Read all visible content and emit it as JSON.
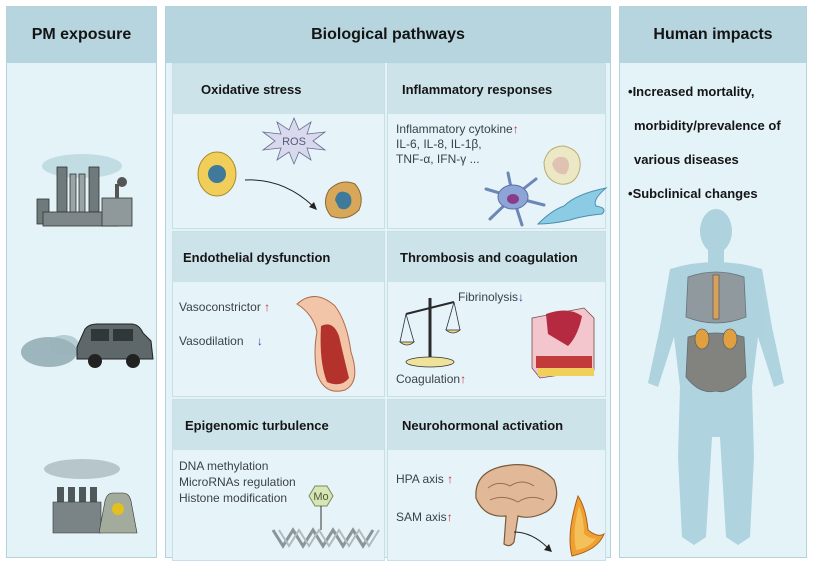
{
  "columns": {
    "exposure": {
      "title": "PM exposure",
      "sources": [
        "factory",
        "vehicle-exhaust",
        "power-plant"
      ]
    },
    "pathways": {
      "title": "Biological pathways"
    },
    "impacts": {
      "title": "Human impacts"
    }
  },
  "pathways": [
    {
      "title": "Oxidative stress",
      "label": "ROS"
    },
    {
      "title": "Inflammatory responses",
      "lines": [
        "Inflammatory cytokine",
        "IL-6, IL-8, IL-1β,",
        "TNF-α, IFN-γ ..."
      ],
      "arrow": "up"
    },
    {
      "title": "Endothelial dysfunction",
      "items": [
        {
          "text": "Vasoconstrictor",
          "arrow": "up"
        },
        {
          "text": "Vasodilation",
          "arrow": "down"
        }
      ]
    },
    {
      "title": "Thrombosis and coagulation",
      "items": [
        {
          "text": "Fibrinolysis",
          "arrow": "down"
        },
        {
          "text": "Coagulation",
          "arrow": "up"
        }
      ]
    },
    {
      "title": "Epigenomic turbulence",
      "lines": [
        "DNA methylation",
        "MicroRNAs regulation",
        "Histone modification"
      ],
      "badge": "Mo"
    },
    {
      "title": "Neurohormonal activation",
      "items": [
        {
          "text": "HPA axis",
          "arrow": "up"
        },
        {
          "text": "SAM axis",
          "arrow": "up"
        }
      ]
    }
  ],
  "impacts": {
    "bullets": [
      {
        "lines": [
          "Increased mortality,",
          "morbidity/prevalence of",
          "various diseases"
        ]
      },
      {
        "lines": [
          "Subclinical changes"
        ]
      }
    ]
  },
  "arrows": {
    "up": "↑",
    "down": "↓"
  },
  "colors": {
    "header": "#b6d5df",
    "panel": "#e4f3f8",
    "up_arrow": "#c0303a",
    "down_arrow": "#2d49c0"
  }
}
